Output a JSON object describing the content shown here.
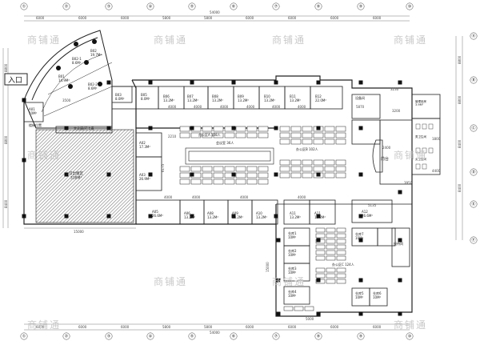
{
  "colors": {
    "line": "#222222",
    "hatch": "#888888",
    "watermark": "#c9c9c9",
    "column": "#111111"
  },
  "entrance": "入口",
  "watermark": "商铺通",
  "grid": {
    "top": [
      "①",
      "②",
      "③",
      "④",
      "⑤",
      "⑥",
      "⑦",
      "⑧",
      "⑨",
      "⑩"
    ],
    "bottom": [
      "①",
      "②",
      "③",
      "④",
      "⑤",
      "⑥",
      "⑦",
      "⑧",
      "⑨",
      "⑩"
    ],
    "right": [
      "Ⓐ",
      "Ⓑ",
      "Ⓒ",
      "Ⓓ",
      "Ⓔ",
      "Ⓕ"
    ],
    "top_spans": [
      "6000",
      "6000",
      "6000",
      "5800",
      "5800",
      "6000",
      "6000",
      "6000",
      "6000"
    ],
    "total": "54000",
    "bottom_spans": [
      "6000",
      "6000",
      "6000",
      "5800",
      "5800",
      "6000",
      "6000",
      "6000",
      "6000"
    ],
    "bottom_total": "54000",
    "right_spans": [
      "8800",
      "8800",
      "8400",
      "8400"
    ],
    "left_spans": [
      "8800",
      "8800",
      "8400"
    ],
    "left_total": "15000",
    "vertical_dim": "15000",
    "bottom_inner_dim": "5000"
  },
  "rooms": {
    "b02_1": "B02-1\n8.6M²",
    "b02": "B02\n19.7M²",
    "b01": "B01\n14.9M²",
    "b02_2": "B02-2\n8.6M²",
    "a01": "A01\n10M²",
    "lift_label": "楼梯位置",
    "culture": "文化墙/打卡墙",
    "a02": "A02\n17.3M²",
    "a03": "A03\n26.9M²",
    "open": "可出租区\n338M²",
    "a05": "A05\n26.6M²",
    "a06": "A06\n13.2M²",
    "a08": "A08\n13.2M²",
    "a09": "A09\n13.2M²",
    "a10": "A10\n13.2M²",
    "a11": "A11\n13.2M²",
    "a12": "A12\n26.6M²",
    "b03": "B03\n8.0M²",
    "b05": "B05\n8.0M²",
    "b06": "B06\n13.2M²",
    "b07": "B07\n13.2M²",
    "b08": "B08\n13.2M²",
    "b09": "B09\n13.2M²",
    "b10": "B10\n13.2M²",
    "b11": "B11\n13.2M²",
    "b12": "B12\n22.0M²",
    "equipment": "设备间",
    "office_a": "办公区A  108人",
    "meeting": "会议室 36人",
    "office_b": "办公区B  102人",
    "office_c": "办公区C  124人",
    "front_desk": "前台",
    "restroom_m": "男卫生间",
    "restroom_f": "女卫生间",
    "mgmt": "管理用房\n3.9M²",
    "storage1": "仓库1\n10M²",
    "storage2": "仓库2\n10M²",
    "storage3": "仓库3\n10M²",
    "storage4": "仓库4\n10M²",
    "storage5": "仓库5\n10M²",
    "storage6": "仓库6\n10M²",
    "storage7": "仓库7\n10M²",
    "reception": "接待间"
  },
  "dims": {
    "d4000": "4000",
    "d3200": "3200",
    "d2210": "2210",
    "d2400": "2400",
    "d6175": "6175",
    "d5000": "5000",
    "d1800": "1800",
    "d4400": "4400",
    "d3230": "3230",
    "d5870": "5870",
    "d5135": "5135",
    "d3950": "3950",
    "d3500": "3500"
  }
}
